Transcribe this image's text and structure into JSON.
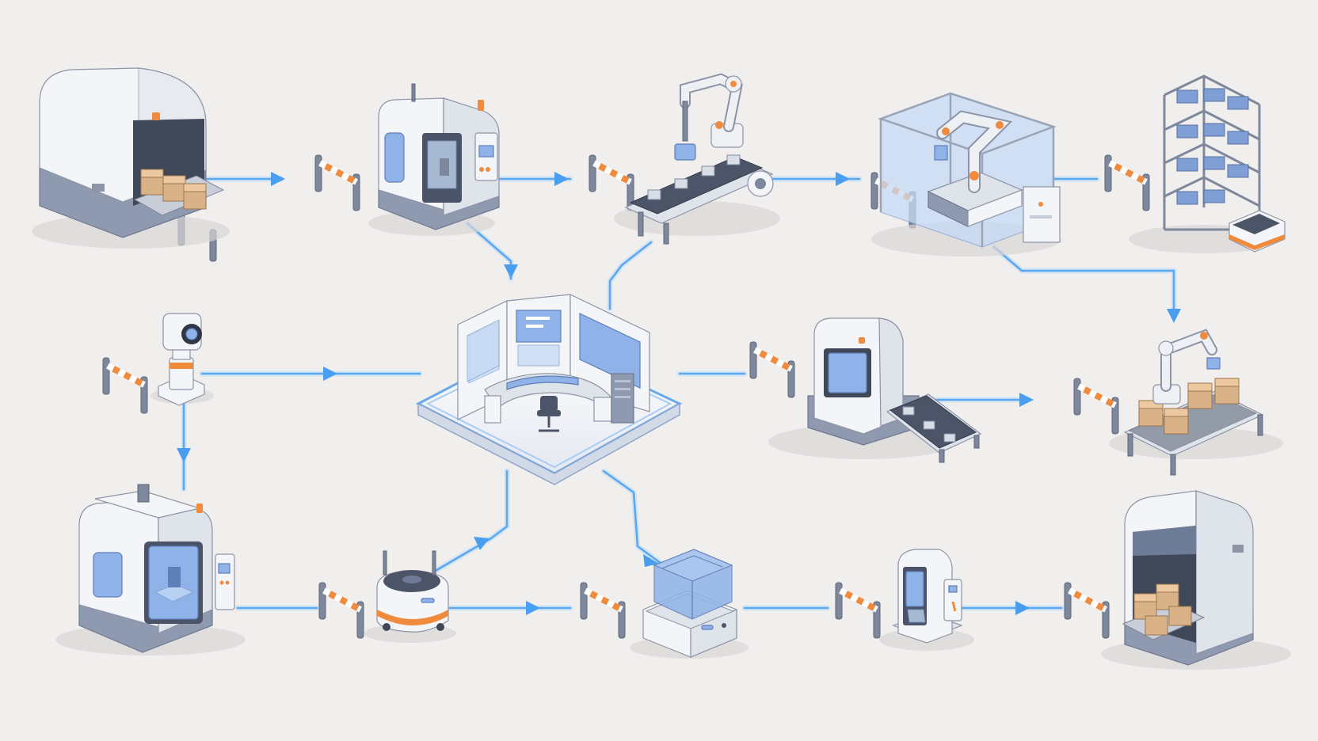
{
  "colors": {
    "background": "#f1efee",
    "flow_line": "#5aa8f0",
    "accent_orange": "#f08a3c",
    "glass_blue": "#8fb3e8",
    "body_white": "#f4f5f8",
    "body_navy": "#6f7c98"
  },
  "nodes": [
    {
      "id": "inbound-warehouse",
      "icon": "warehouse-dock-icon"
    },
    {
      "id": "cnc-machine",
      "icon": "cnc-machine-icon"
    },
    {
      "id": "robot-conveyor",
      "icon": "robot-arm-conveyor-icon"
    },
    {
      "id": "robotic-cell",
      "icon": "robotic-cell-icon"
    },
    {
      "id": "storage-rack",
      "icon": "storage-rack-agv-icon"
    },
    {
      "id": "camera-sensor",
      "icon": "camera-sensor-icon"
    },
    {
      "id": "control-center",
      "icon": "control-room-icon"
    },
    {
      "id": "scanner-tunnel",
      "icon": "scanner-tunnel-icon"
    },
    {
      "id": "palletizing-robot",
      "icon": "palletizing-robot-icon"
    },
    {
      "id": "3d-printer",
      "icon": "3d-printer-icon"
    },
    {
      "id": "mobile-robot",
      "icon": "mobile-robot-icon"
    },
    {
      "id": "agv-bin",
      "icon": "agv-bin-icon"
    },
    {
      "id": "kiosk-terminal",
      "icon": "kiosk-terminal-icon"
    },
    {
      "id": "outbound-warehouse",
      "icon": "warehouse-outbound-icon"
    }
  ]
}
